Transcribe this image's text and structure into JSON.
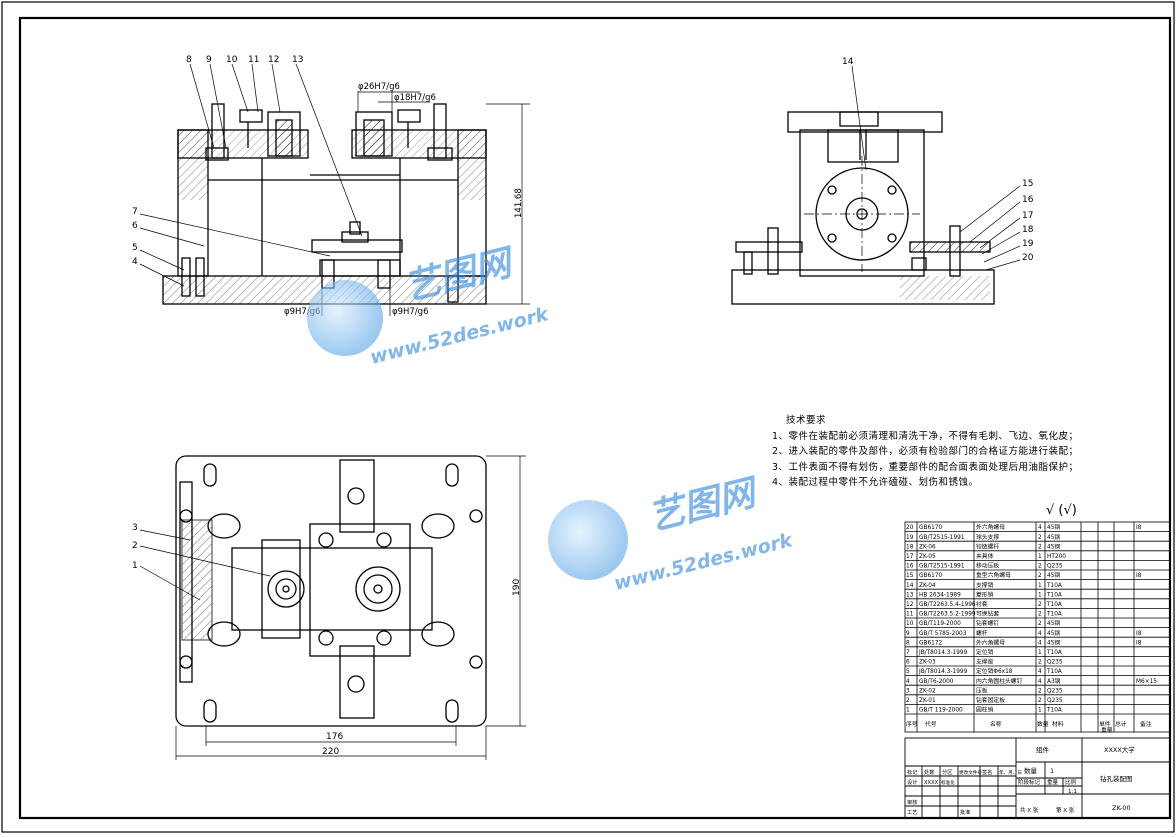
{
  "drawing": {
    "dims": {
      "d26": "φ26H7/g6",
      "d18": "φ18H7/g6",
      "d9a": "φ9H7/g6",
      "d9b": "φ9H7/g6",
      "h141": "141.68",
      "w176": "176",
      "w220": "220",
      "h190": "190"
    },
    "front_balloons": [
      "8",
      "9",
      "10",
      "11",
      "12",
      "13",
      "7",
      "6",
      "5",
      "4"
    ],
    "side_balloons": [
      "14",
      "15",
      "16",
      "17",
      "18",
      "19",
      "20"
    ],
    "plan_balloons": [
      "3",
      "2",
      "1"
    ]
  },
  "notes": {
    "title": "技术要求",
    "lines": [
      "1、零件在装配前必须清理和清洗干净，不得有毛刺、飞边、氧化皮；",
      "2、进入装配的零件及部件，必须有检验部门的合格证方能进行装配；",
      "3、工件表面不得有划伤，重要部件的配合面表面处理后用油脂保护；",
      "4、装配过程中零件不允许磕碰、划伤和锈蚀。"
    ]
  },
  "roughness": "√ (√)",
  "bom": {
    "rows": [
      [
        "20",
        "GB6170",
        "外六角螺母",
        "4",
        "45钢",
        "",
        "",
        "Ⅰ8"
      ],
      [
        "19",
        "GB/T2515-1991",
        "球头支撑",
        "2",
        "45钢",
        "",
        "",
        ""
      ],
      [
        "18",
        "ZK-06",
        "铰链螺杆",
        "2",
        "45钢",
        "",
        "",
        ""
      ],
      [
        "17",
        "ZK-05",
        "夹具体",
        "1",
        "HT200",
        "",
        "",
        ""
      ],
      [
        "16",
        "GB/T2515-1991",
        "移动压板",
        "2",
        "Q235",
        "",
        "",
        ""
      ],
      [
        "15",
        "GB6170",
        "重型六角螺母",
        "2",
        "45钢",
        "",
        "",
        "Ⅰ8"
      ],
      [
        "14",
        "ZK-04",
        "支撑销",
        "1",
        "T10A",
        "",
        "",
        ""
      ],
      [
        "13",
        "HB 2634-1989",
        "菱形销",
        "1",
        "T10A",
        "",
        "",
        ""
      ],
      [
        "12",
        "GB/T2263.5.4-1996",
        "衬套",
        "2",
        "T10A",
        "",
        "",
        ""
      ],
      [
        "11",
        "GB/T2263.5.2-1999",
        "可换钻套",
        "2",
        "T10A",
        "",
        "",
        ""
      ],
      [
        "10",
        "GB/T119-2000",
        "钻套螺钉",
        "2",
        "45钢",
        "",
        "",
        ""
      ],
      [
        "9",
        "GB/T 5785-2003",
        "螺杆",
        "4",
        "45钢",
        "",
        "",
        "Ⅰ8"
      ],
      [
        "8",
        "GB6172",
        "外六角螺母",
        "4",
        "45钢",
        "",
        "",
        "Ⅰ8"
      ],
      [
        "7",
        "JB/T8014.3-1999",
        "定位销",
        "1",
        "T10A",
        "",
        "",
        ""
      ],
      [
        "6",
        "ZK-03",
        "支撑座",
        "2",
        "Q235",
        "",
        "",
        ""
      ],
      [
        "5",
        "JB/T8014.3-1999",
        "定位销Φ6x18",
        "4",
        "T10A",
        "",
        "",
        ""
      ],
      [
        "4",
        "GB/T6-2000",
        "内六角圆柱头螺钉",
        "4",
        "A3钢",
        "",
        "",
        "M6×15"
      ],
      [
        "3",
        "ZK-02",
        "压板",
        "2",
        "Q235",
        "",
        "",
        ""
      ],
      [
        "2",
        "ZK-01",
        "钻套固定板",
        "2",
        "Q235",
        "",
        "",
        ""
      ],
      [
        "1",
        "GB/T 119-2000",
        "圆柱销",
        "1",
        "T10A",
        "",
        "",
        ""
      ]
    ],
    "header": [
      "序号",
      "代号",
      "名称",
      "数量",
      "材料",
      "单件",
      "总计",
      "备注"
    ],
    "header_weight": "重量",
    "tb": {
      "part_label": "组件",
      "school": "XXXX大学",
      "qty_label": "数量",
      "qty": "1",
      "drawing_name": "钻孔装配图",
      "stage_label": "阶段标记",
      "weight_label": "重量",
      "scale_label": "比例",
      "scale": "1:1",
      "mark": "标记",
      "count": "处数",
      "zone": "分区",
      "change_no": "更改文件号",
      "sign": "签名",
      "date": "年、月、日",
      "design": "设计",
      "design_name": "XXXX",
      "std": "标准化",
      "check": "审核",
      "process": "工艺",
      "approve": "批准",
      "sheets": "共  X  张",
      "sheet": "第  X  张",
      "code": "ZK-00"
    }
  },
  "watermarks": [
    {
      "cn": "艺图网",
      "url": "www.52des.work"
    },
    {
      "cn": "艺图网",
      "url": "www.52des.work"
    }
  ]
}
